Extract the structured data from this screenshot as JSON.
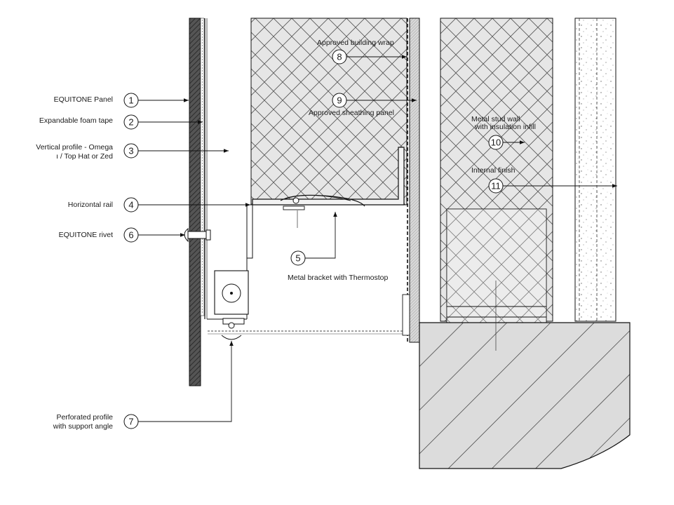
{
  "callouts": [
    {
      "num": "1",
      "text": "EQUITONE Panel"
    },
    {
      "num": "2",
      "text": "Expandable foam tape"
    },
    {
      "num": "3",
      "text": "Vertical profile - Omega",
      "text2": "ı / Top Hat or Zed"
    },
    {
      "num": "4",
      "text": "Horizontal rail"
    },
    {
      "num": "6",
      "text": "EQUITONE rivet"
    },
    {
      "num": "7",
      "text": "Perforated profile",
      "text2": "with support angle"
    },
    {
      "num": "5",
      "text": "Metal bracket with Thermostop"
    },
    {
      "num": "8",
      "text": "Approved building wrap"
    },
    {
      "num": "9",
      "text": "Approved sheathing panel"
    },
    {
      "num": "10",
      "text": "Metal stud wall",
      "text2": "with insulation infill"
    },
    {
      "num": "11",
      "text": "Internal finish"
    }
  ]
}
